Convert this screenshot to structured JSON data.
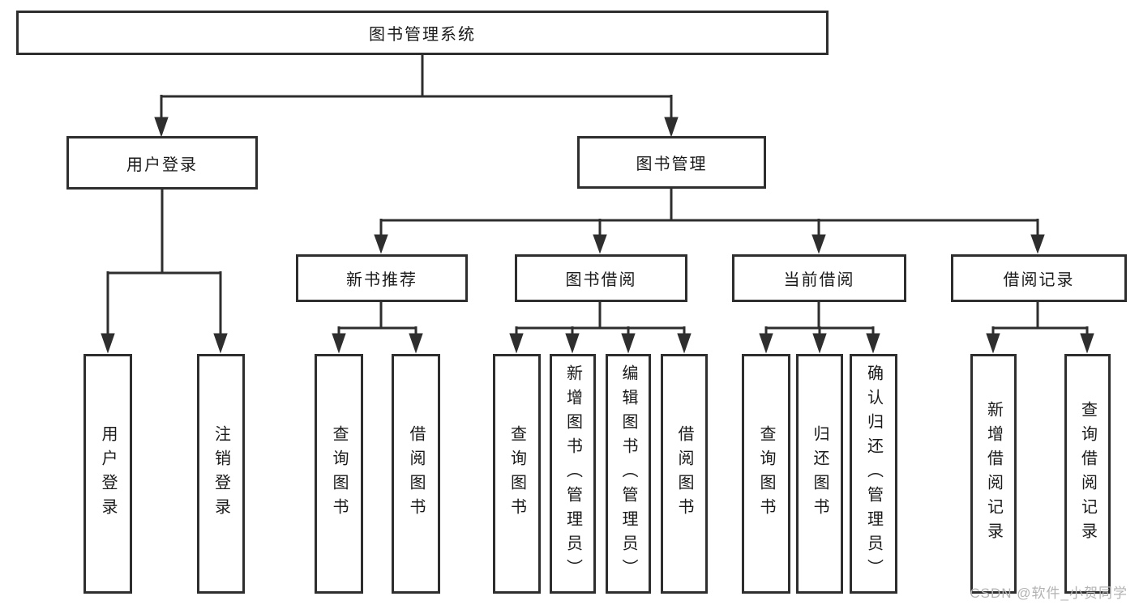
{
  "tree": {
    "label": "图书管理系统",
    "children": [
      {
        "label": "用户登录",
        "children": [
          {
            "label": "用户登录"
          },
          {
            "label": "注销登录"
          }
        ]
      },
      {
        "label": "图书管理",
        "children": [
          {
            "label": "新书推荐",
            "children": [
              {
                "label": "查询图书"
              },
              {
                "label": "借阅图书"
              }
            ]
          },
          {
            "label": "图书借阅",
            "children": [
              {
                "label": "查询图书"
              },
              {
                "label": "新增图书（管理员）"
              },
              {
                "label": "编辑图书（管理员）"
              },
              {
                "label": "借阅图书"
              }
            ]
          },
          {
            "label": "当前借阅",
            "children": [
              {
                "label": "查询图书"
              },
              {
                "label": "归还图书"
              },
              {
                "label": "确认归还（管理员）"
              }
            ]
          },
          {
            "label": "借阅记录",
            "children": [
              {
                "label": "新增借阅记录"
              },
              {
                "label": "查询借阅记录"
              }
            ]
          }
        ]
      }
    ]
  },
  "watermark": {
    "text": "CSDN @软件_小贺同学"
  },
  "colors": {
    "stroke": "#2e2e2e",
    "text": "#1a1a1a",
    "background": "#ffffff",
    "watermark": "#b3b3b3"
  }
}
